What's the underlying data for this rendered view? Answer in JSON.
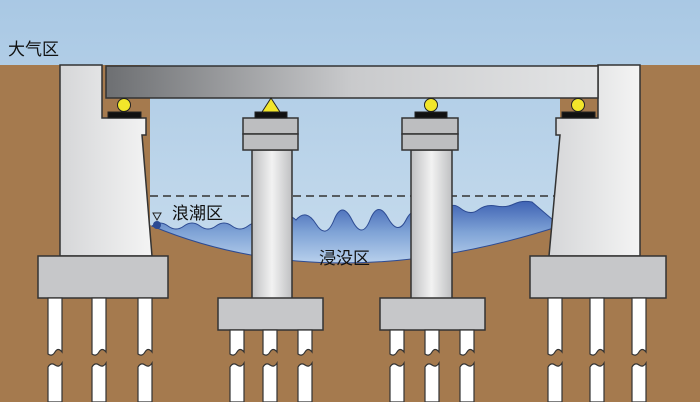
{
  "labels": {
    "atmosphere_zone": "大气区",
    "tidal_zone": "浪潮区",
    "submerged_zone": "浸没区"
  },
  "colors": {
    "sky": "#b9d3e8",
    "soil": "#a57a4e",
    "water": "#5b84c8",
    "concrete": "#c6c7c9",
    "bearing": "#f2e62a"
  }
}
